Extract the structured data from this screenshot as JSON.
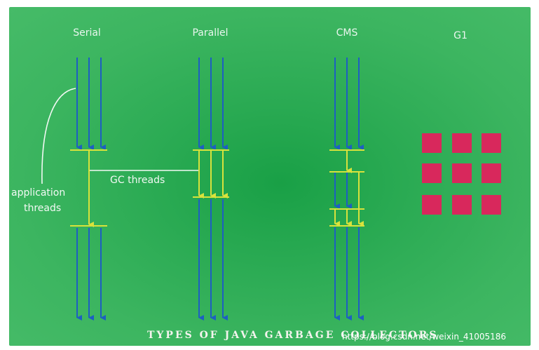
{
  "diagram": {
    "columns": [
      {
        "id": "serial",
        "title": "Serial"
      },
      {
        "id": "parallel",
        "title": "Parallel"
      },
      {
        "id": "cms",
        "title": "CMS"
      },
      {
        "id": "g1",
        "title": "G1"
      }
    ],
    "labels": {
      "application_threads_line1": "application",
      "application_threads_line2": "threads",
      "gc_threads": "GC threads"
    },
    "footer": "TYPES OF JAVA GARBAGE COLLECTORS",
    "watermark": "https://blog.csdn.net/weixin_41005186",
    "colors": {
      "background": "#2dac55",
      "app_thread": "#1d5fc2",
      "gc_thread": "#d8e23c",
      "region": "#d8285c",
      "connector": "#f2f9f4"
    }
  }
}
